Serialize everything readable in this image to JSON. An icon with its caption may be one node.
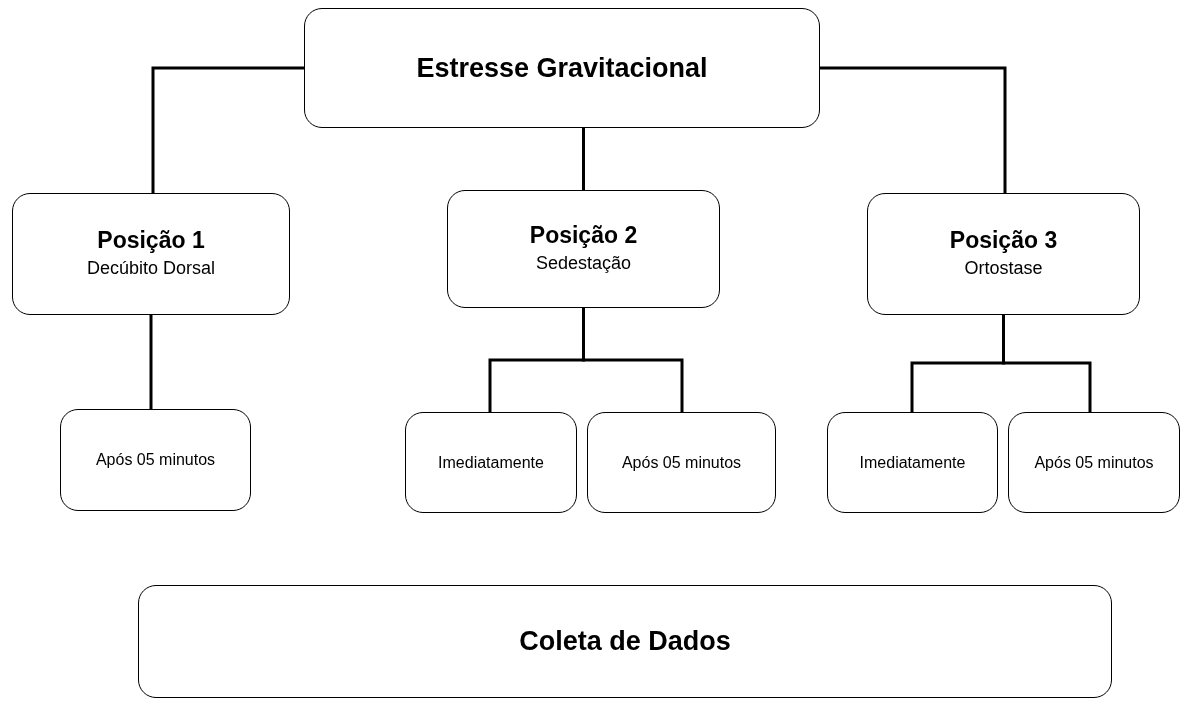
{
  "diagram": {
    "nodes": [
      {
        "text": [
          "Estresse Gravitacional"
        ]
      },
      {
        "text": [
          "Posição 1",
          "Decúbito Dorsal"
        ]
      },
      {
        "text": [
          "Posição 2",
          "Sedestação"
        ]
      },
      {
        "text": [
          "Posição 3",
          "Ortostase"
        ]
      },
      {
        "text": [
          "Após 05 minutos"
        ]
      },
      {
        "text": [
          "Imediatamente"
        ]
      },
      {
        "text": [
          "Após 05 minutos"
        ]
      },
      {
        "text": [
          "Imediatamente"
        ]
      },
      {
        "text": [
          "Após 05 minutos"
        ]
      },
      {
        "text": [
          "Coleta de Dados"
        ]
      }
    ],
    "edges": [
      {
        "from": 0,
        "to": 1,
        "arrow": "none"
      },
      {
        "from": 0,
        "to": 2,
        "arrow": "none"
      },
      {
        "from": 0,
        "to": 3,
        "arrow": "none"
      },
      {
        "from": 1,
        "to": 4,
        "arrow": "none"
      },
      {
        "from": 2,
        "to": 5,
        "arrow": "none"
      },
      {
        "from": 2,
        "to": 6,
        "arrow": "none"
      },
      {
        "from": 3,
        "to": 7,
        "arrow": "none"
      },
      {
        "from": 3,
        "to": 8,
        "arrow": "none"
      }
    ]
  }
}
